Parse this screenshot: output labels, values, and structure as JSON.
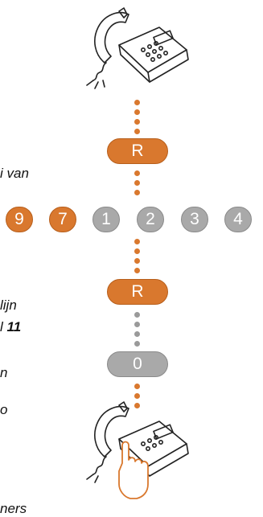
{
  "fragments": {
    "line1": "i van",
    "line2": "lijn",
    "line3_prefix": "l ",
    "line3_bold": "11",
    "line4": "n",
    "line5": "o",
    "line6": "ners"
  },
  "steps": {
    "recall_1": "R",
    "digits": [
      "9",
      "7",
      "1",
      "2",
      "3",
      "4"
    ],
    "recall_2": "R",
    "zero": "0"
  },
  "colors": {
    "accent": "#d9782e",
    "neutral": "#a9a9a9"
  },
  "icons": {
    "top": "phone-handset-lifted-icon",
    "bottom": "phone-finger-press-icon"
  }
}
